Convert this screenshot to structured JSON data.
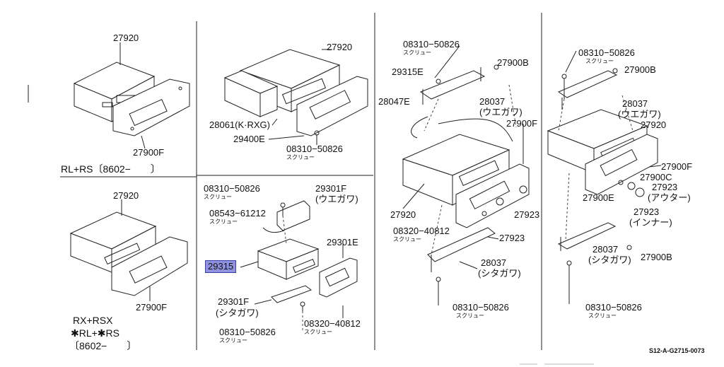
{
  "panel_tl": {
    "part_main": "27920",
    "part_bezel": "27900F",
    "model": "RL+RS〔8602−　　〕"
  },
  "panel_bl": {
    "part_main": "27920",
    "part_bezel": "27900F",
    "model_line1": "RX+RSX",
    "model_line2": "✱RL+✱RS",
    "model_line3": "〔8602−　　〕"
  },
  "panel_tm": {
    "part_main": "27920",
    "part_box": "28061(K·RXG)",
    "part_bezel": "29400E",
    "screw": "08310−50826",
    "screw_sub": "スクリュー"
  },
  "panel_bm": {
    "screw_top": "08310−50826",
    "screw_top_sub": "スクリュー",
    "bracket_upper": "29301F",
    "bracket_upper_sub": "(ウエガワ)",
    "screw_b": "08543−61212",
    "screw_b_sub": "スクリュー",
    "highlight": "29315",
    "panel_part": "29301E",
    "bracket_lower": "29301F",
    "bracket_lower_sub": "(シタガワ)",
    "screw_bottom": "08310−50826",
    "screw_bottom_sub": "スクリュー",
    "screw_c": "08320−40812",
    "screw_c_sub": "スクリュー"
  },
  "panel_c": {
    "screw_top": "08310−50826",
    "screw_top_sub": "スクリュー",
    "part_a": "29315E",
    "part_b": "27900B",
    "part_c": "28047E",
    "bracket_upper": "28037",
    "bracket_upper_sub": "(ウエガワ)",
    "part_bezel": "27900F",
    "part_main": "27920",
    "knob": "27923",
    "screw_mid": "08320−40812",
    "screw_mid_sub": "スクリュー",
    "knob2": "27923",
    "bracket_lower": "28037",
    "bracket_lower_sub": "(シタガワ)",
    "screw_bottom": "08310−50826",
    "screw_bottom_sub": "スクリュー"
  },
  "panel_r": {
    "screw_top": "08310−50826",
    "screw_top_sub": "スクリュー",
    "part_b": "27900B",
    "bracket_upper": "28037",
    "bracket_upper_sub": "(ウエガワ)",
    "part_main": "27920",
    "part_bezel": "27900F",
    "part_c": "27900C",
    "knob_outer": "27923",
    "knob_outer_sub": "(アウター)",
    "part_e": "27900E",
    "knob_inner": "27923",
    "knob_inner_sub": "(インナー)",
    "bracket_lower": "28037",
    "bracket_lower_sub": "(シタガワ)",
    "part_b2": "27900B",
    "screw_bottom": "08310−50826",
    "screw_bottom_sub": "スクリュー"
  },
  "footer": {
    "code": "S12-A-G2715-0073"
  }
}
